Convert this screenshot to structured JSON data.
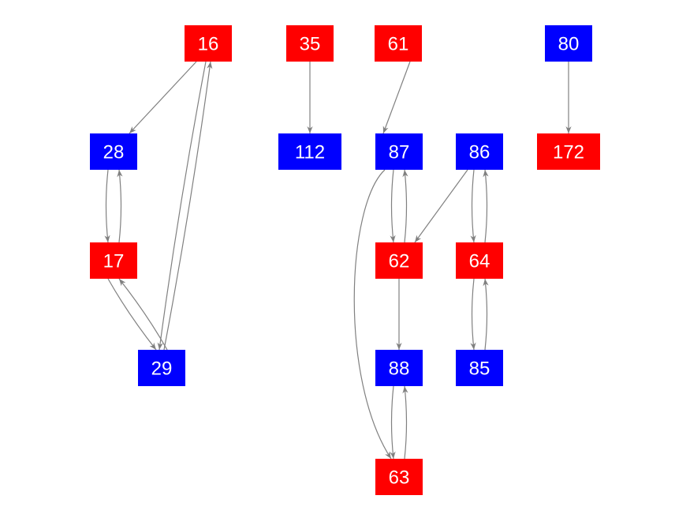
{
  "colors": {
    "red": "#ff0000",
    "blue": "#0000ff",
    "edge": "#808080",
    "text": "#ffffff"
  },
  "nodes": [
    {
      "id": "16",
      "label": "16",
      "color": "red"
    },
    {
      "id": "35",
      "label": "35",
      "color": "red"
    },
    {
      "id": "61",
      "label": "61",
      "color": "red"
    },
    {
      "id": "80",
      "label": "80",
      "color": "blue"
    },
    {
      "id": "28",
      "label": "28",
      "color": "blue"
    },
    {
      "id": "112",
      "label": "112",
      "color": "blue"
    },
    {
      "id": "87",
      "label": "87",
      "color": "blue"
    },
    {
      "id": "86",
      "label": "86",
      "color": "blue"
    },
    {
      "id": "172",
      "label": "172",
      "color": "red"
    },
    {
      "id": "17",
      "label": "17",
      "color": "red"
    },
    {
      "id": "62",
      "label": "62",
      "color": "red"
    },
    {
      "id": "64",
      "label": "64",
      "color": "red"
    },
    {
      "id": "29",
      "label": "29",
      "color": "blue"
    },
    {
      "id": "88",
      "label": "88",
      "color": "blue"
    },
    {
      "id": "85",
      "label": "85",
      "color": "blue"
    },
    {
      "id": "63",
      "label": "63",
      "color": "red"
    }
  ],
  "edges": [
    {
      "from": "16",
      "to": "28"
    },
    {
      "from": "16",
      "to": "29"
    },
    {
      "from": "29",
      "to": "16"
    },
    {
      "from": "28",
      "to": "17"
    },
    {
      "from": "17",
      "to": "28"
    },
    {
      "from": "17",
      "to": "29"
    },
    {
      "from": "29",
      "to": "17"
    },
    {
      "from": "35",
      "to": "112"
    },
    {
      "from": "61",
      "to": "87"
    },
    {
      "from": "87",
      "to": "62"
    },
    {
      "from": "62",
      "to": "87"
    },
    {
      "from": "87",
      "to": "63"
    },
    {
      "from": "86",
      "to": "62"
    },
    {
      "from": "86",
      "to": "64"
    },
    {
      "from": "64",
      "to": "86"
    },
    {
      "from": "62",
      "to": "88"
    },
    {
      "from": "88",
      "to": "63"
    },
    {
      "from": "63",
      "to": "88"
    },
    {
      "from": "64",
      "to": "85"
    },
    {
      "from": "85",
      "to": "64"
    },
    {
      "from": "80",
      "to": "172"
    }
  ]
}
